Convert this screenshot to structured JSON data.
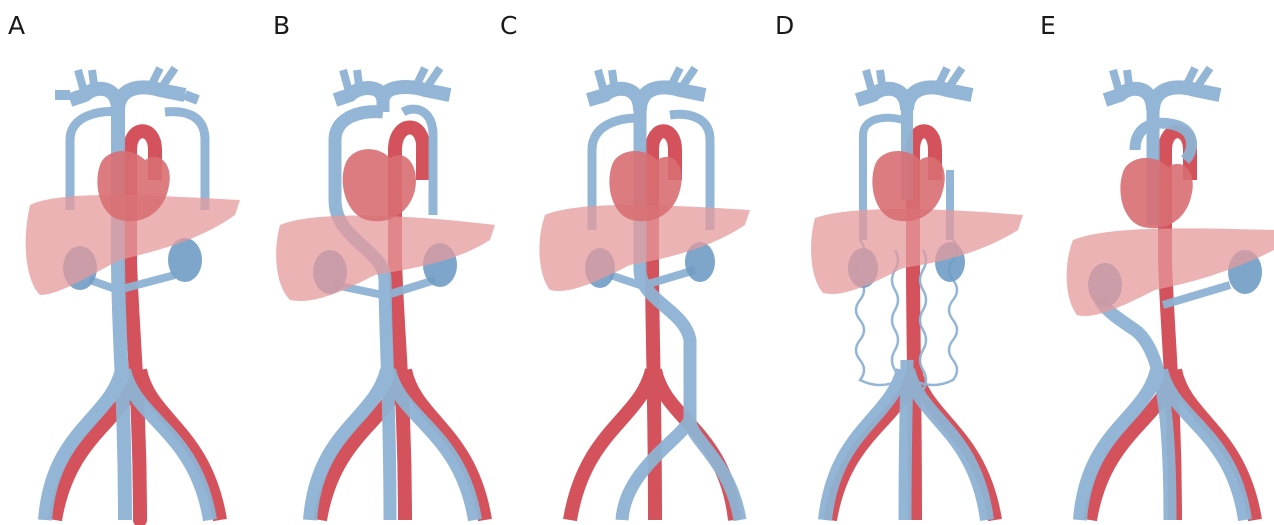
{
  "panels": [
    {
      "label": "A"
    },
    {
      "label": "B"
    },
    {
      "label": "C"
    },
    {
      "label": "D"
    },
    {
      "label": "E"
    }
  ],
  "colors": {
    "vein": "#8fb3d4",
    "vein_dark": "#6f9cc4",
    "artery": "#d4525c",
    "heart": "#d86e72",
    "liver": "#e69a9c",
    "kidney": "#6f9cc4",
    "background": "#ffffff",
    "label": "#1a1a1a"
  }
}
